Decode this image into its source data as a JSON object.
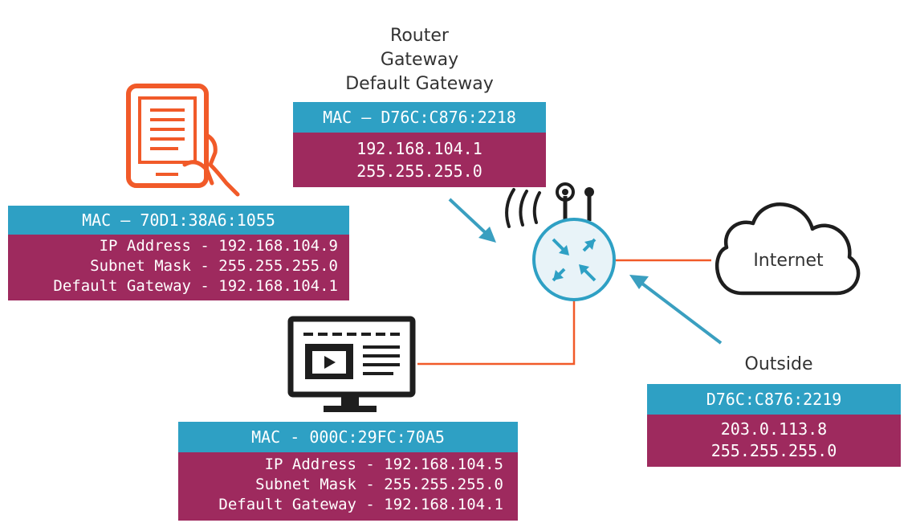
{
  "colors": {
    "header_blue": "#2ea0c4",
    "body_magenta": "#9e2a5e",
    "accent_orange": "#f15a29",
    "arrow_teal": "#3a9fc0",
    "router_fill": "#e8f3f8",
    "dark": "#1e1e1e"
  },
  "icons": {
    "tablet": "tablet-hand-icon",
    "monitor": "monitor-video-icon",
    "router": "router-icon",
    "cloud": "cloud-icon"
  },
  "router": {
    "labels": [
      "Router",
      "Gateway",
      "Default Gateway"
    ],
    "mac": "MAC — D76C:C876:2218",
    "ip": "192.168.104.1",
    "mask": "255.255.255.0"
  },
  "tablet": {
    "mac": "MAC — 70D1:38A6:1055",
    "lines": [
      "IP Address - 192.168.104.9",
      "Subnet Mask - 255.255.255.0",
      "Default Gateway - 192.168.104.1"
    ]
  },
  "desktop": {
    "mac": "MAC - 000C:29FC:70A5",
    "lines": [
      "IP Address - 192.168.104.5",
      "Subnet Mask - 255.255.255.0",
      "Default Gateway - 192.168.104.1"
    ]
  },
  "outside": {
    "label": "Outside",
    "mac": "D76C:C876:2219",
    "ip": "203.0.113.8",
    "mask": "255.255.255.0"
  },
  "internet": {
    "label": "Internet"
  }
}
